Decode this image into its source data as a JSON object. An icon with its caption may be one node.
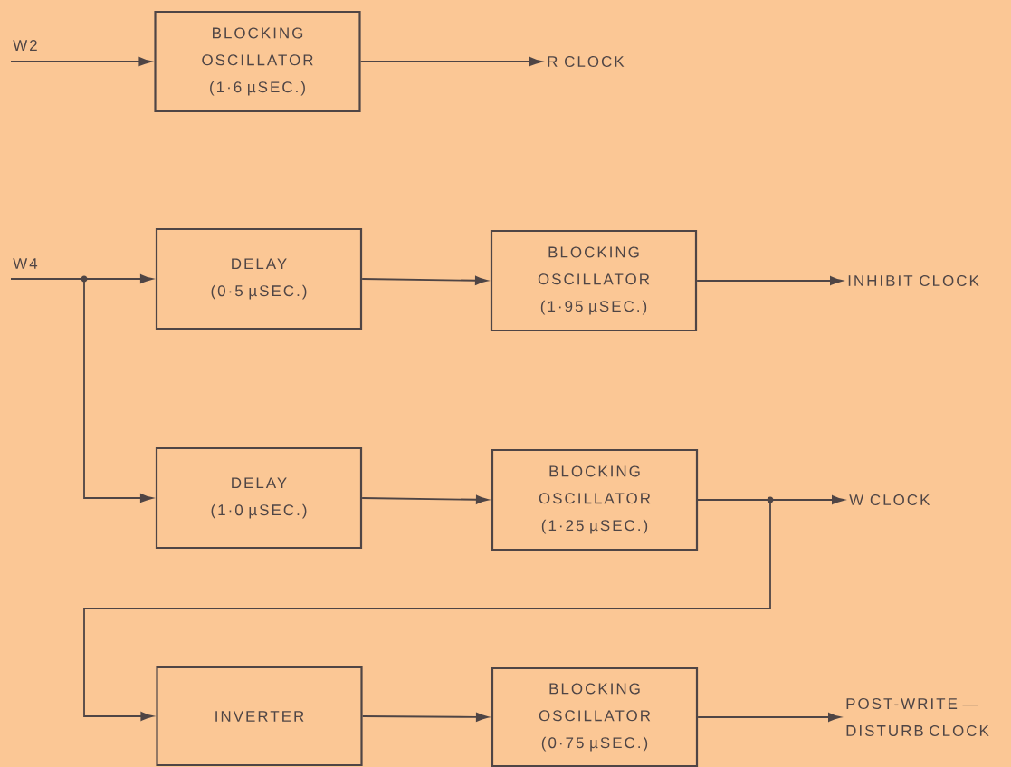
{
  "diagram": {
    "nodes": [
      {
        "text": [
          "W2"
        ]
      },
      {
        "text": [
          "BLOCKING OSCILLATOR",
          "(1·6 µSEC.)"
        ]
      },
      {
        "text": [
          "R CLOCK"
        ]
      },
      {
        "text": [
          "W4"
        ]
      },
      {
        "text": [
          "DELAY",
          "(0·5 µSEC.)"
        ]
      },
      {
        "text": [
          "BLOCKING OSCILLATOR",
          "(1·95 µSEC.)"
        ]
      },
      {
        "text": [
          "INHIBIT CLOCK"
        ]
      },
      {
        "text": [
          "DELAY",
          "(1·0 µSEC.)"
        ]
      },
      {
        "text": [
          "BLOCKING OSCILLATOR",
          "(1·25 µSEC.)"
        ]
      },
      {
        "text": [
          "W CLOCK"
        ]
      },
      {
        "text": [
          "INVERTER"
        ]
      },
      {
        "text": [
          "BLOCKING OSCILLATOR",
          "(0·75 µSEC.)"
        ]
      },
      {
        "text": [
          "POST-WRITE — DISTURB CLOCK"
        ]
      }
    ],
    "edges": [
      {
        "from": 0,
        "to": 1,
        "arrow": "to"
      },
      {
        "from": 1,
        "to": 2,
        "arrow": "to"
      },
      {
        "from": 3,
        "to": 4,
        "arrow": "to"
      },
      {
        "from": 3,
        "to": 7,
        "arrow": "to"
      },
      {
        "from": 4,
        "to": 5,
        "arrow": "to"
      },
      {
        "from": 5,
        "to": 6,
        "arrow": "to"
      },
      {
        "from": 7,
        "to": 8,
        "arrow": "to"
      },
      {
        "from": 8,
        "to": 9,
        "arrow": "to"
      },
      {
        "from": 8,
        "to": 10,
        "arrow": "to"
      },
      {
        "from": 10,
        "to": 11,
        "arrow": "to"
      },
      {
        "from": 11,
        "to": 12,
        "arrow": "to"
      }
    ]
  }
}
